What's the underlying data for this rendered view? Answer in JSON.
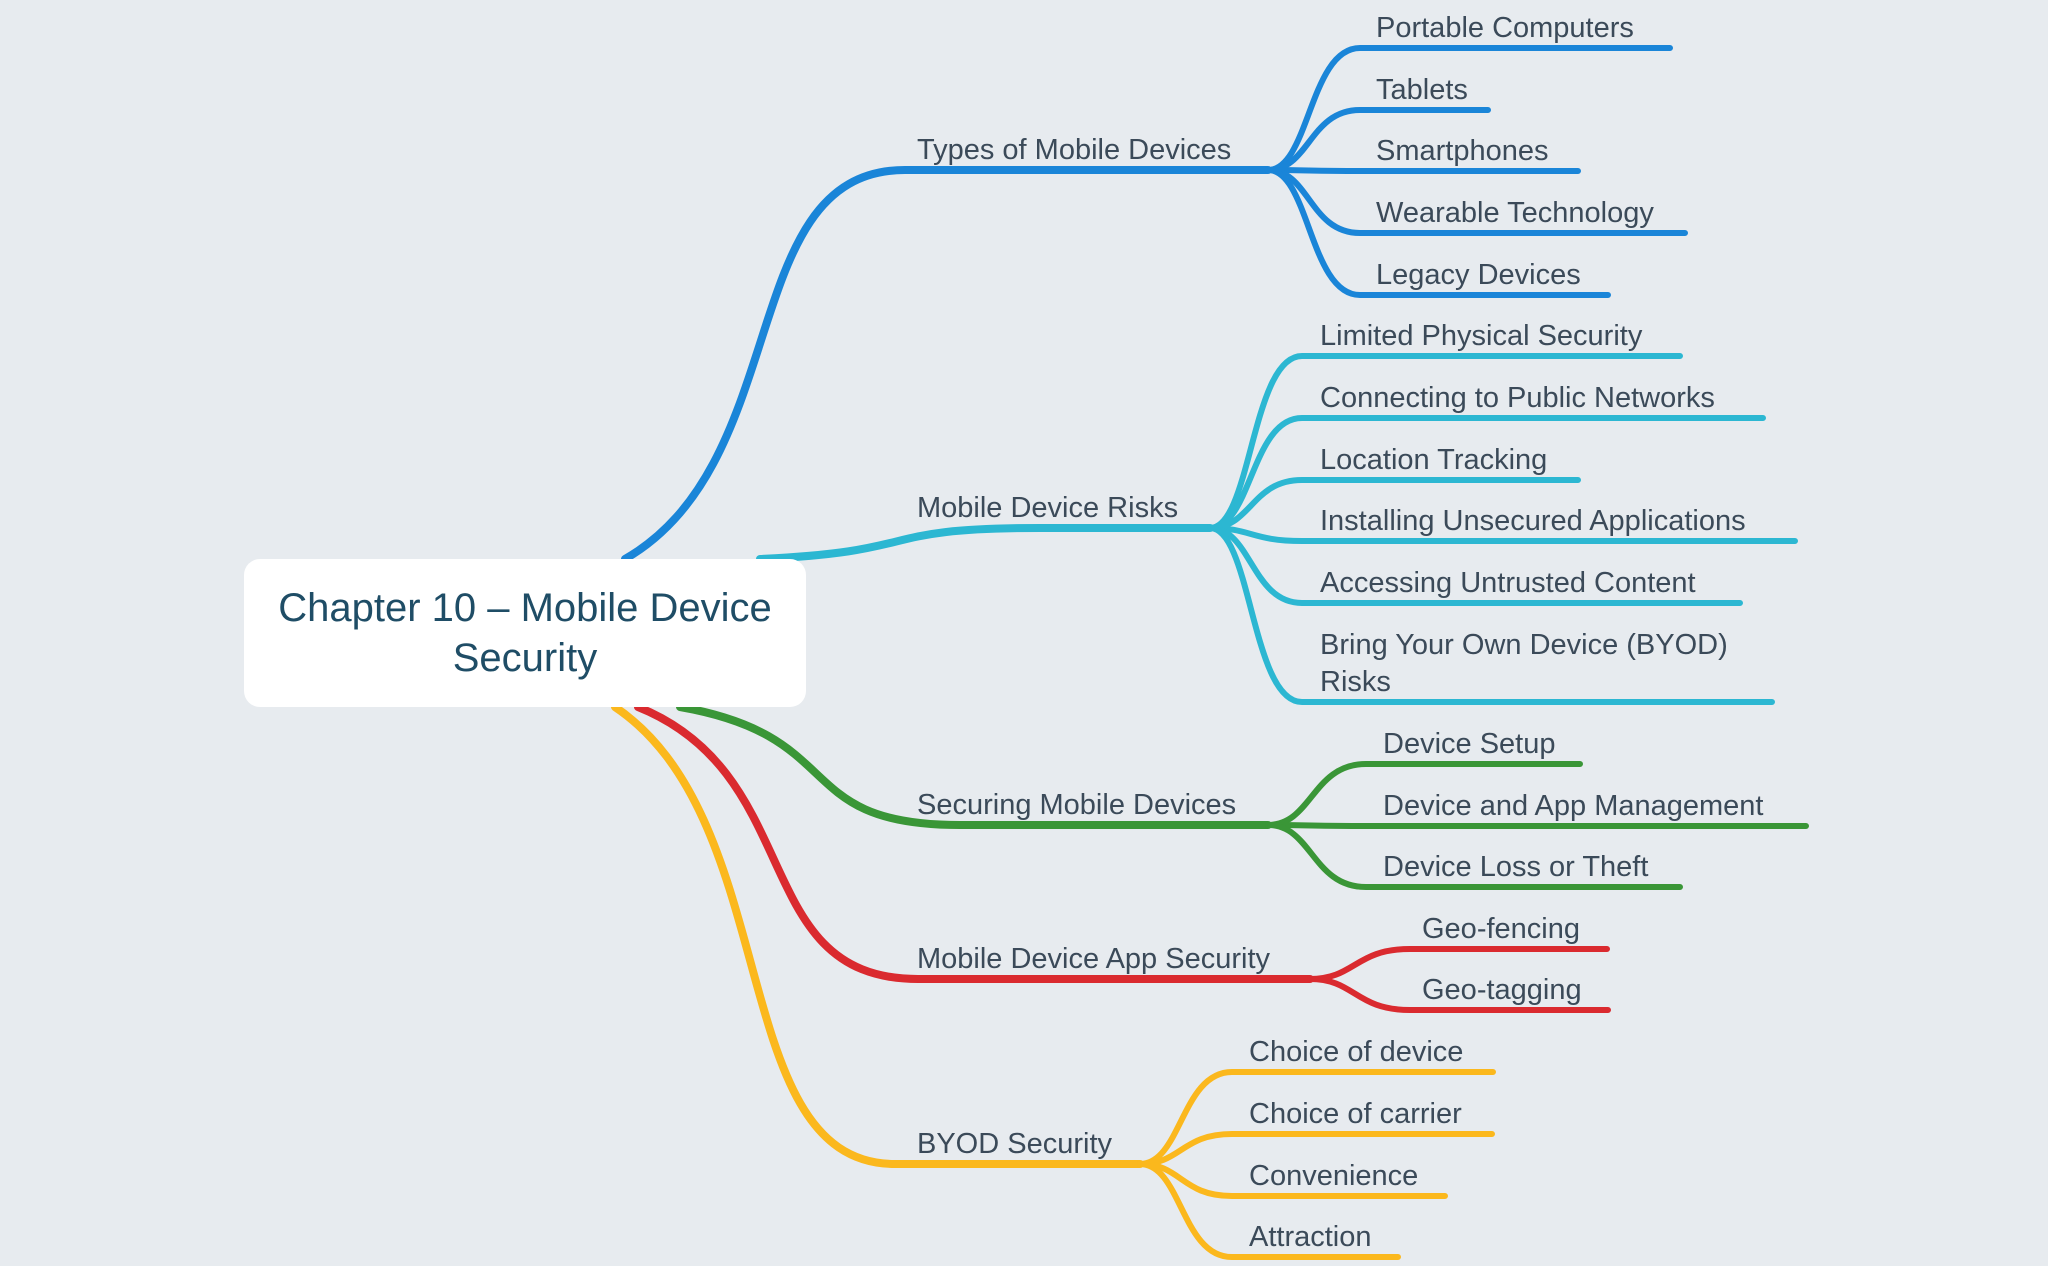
{
  "root": {
    "title": "Chapter 10 – Mobile Device Security"
  },
  "branches": [
    {
      "label": "Types of Mobile Devices",
      "color": "#1a85d8",
      "children": [
        "Portable Computers",
        "Tablets",
        "Smartphones",
        "Wearable Technology",
        "Legacy Devices"
      ]
    },
    {
      "label": "Mobile Device Risks",
      "color": "#2cb7d2",
      "children": [
        "Limited Physical Security",
        "Connecting to Public Networks",
        "Location Tracking",
        "Installing Unsecured Applications",
        "Accessing Untrusted Content",
        "Bring Your Own Device (BYOD) Risks"
      ]
    },
    {
      "label": "Securing Mobile Devices",
      "color": "#3a9637",
      "children": [
        "Device Setup",
        "Device and App Management",
        "Device Loss or Theft"
      ]
    },
    {
      "label": "Mobile Device App Security",
      "color": "#da2a2f",
      "children": [
        "Geo-fencing",
        "Geo-tagging"
      ]
    },
    {
      "label": "BYOD Security",
      "color": "#fbb81d",
      "children": [
        "Choice of device",
        "Choice of carrier",
        "Convenience",
        "Attraction"
      ]
    }
  ]
}
